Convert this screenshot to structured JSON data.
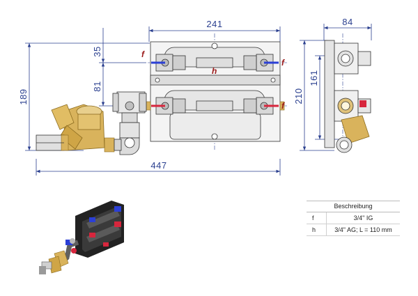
{
  "dimensions": {
    "width_total": "447",
    "height_left": "189",
    "height_35": "35",
    "height_81": "81",
    "width_top": "241",
    "width_side": "84",
    "height_side_161": "161",
    "height_side_210": "210"
  },
  "callouts": {
    "f": "f",
    "h": "h"
  },
  "legend": {
    "title": "Beschreibung",
    "rows": [
      {
        "key": "f",
        "value": "3/4\" IG"
      },
      {
        "key": "h",
        "value": "3/4\" AG; L = 110 mm"
      }
    ]
  },
  "colors": {
    "dimension": "#2a3f8f",
    "callout": "#9b1b1b",
    "handle_blue": "#2b3fd6",
    "handle_red": "#d7263d",
    "brass": "#d9b35c"
  }
}
